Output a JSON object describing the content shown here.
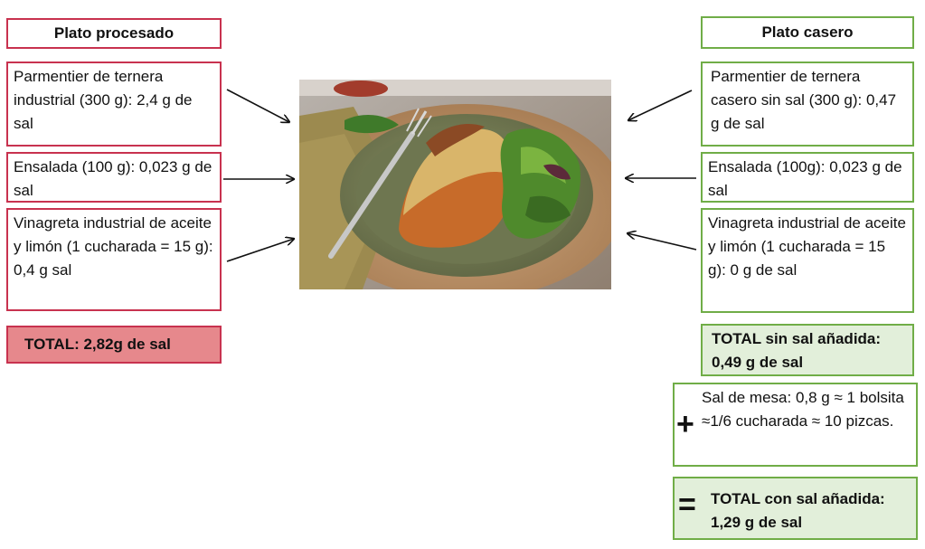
{
  "processed": {
    "title": "Plato procesado",
    "items": [
      "Parmentier de ternera industrial (300 g): 2,4 g de sal",
      "Ensalada (100 g): 0,023 g de sal",
      "Vinagreta industrial de aceite y limón (1 cucharada = 15 g): 0,4 g sal"
    ],
    "total": "TOTAL: 2,82g de sal"
  },
  "homemade": {
    "title": "Plato casero",
    "items": [
      "Parmentier de ternera casero sin sal (300 g): 0,47 g de sal",
      "Ensalada (100g): 0,023 g de sal",
      "Vinagreta industrial de aceite y limón (1 cucharada = 15 g): 0 g de sal"
    ],
    "total_no_salt": "TOTAL sin sal añadida: 0,49 g de sal",
    "plus_symbol": "+",
    "table_salt": "Sal de mesa: 0,8 g ≈ 1 bolsita ≈1/6 cucharada ≈ 10 pizcas.",
    "equals_symbol": "=",
    "total_with_salt": "TOTAL con sal añadida: 1,29 g de sal"
  },
  "colors": {
    "processed_border": "#c8324f",
    "processed_total_fill": "#e6888c",
    "homemade_border": "#70ad47",
    "homemade_total_fill": "#e2efda"
  },
  "photo": "plate-of-parmentier-with-green-salad"
}
